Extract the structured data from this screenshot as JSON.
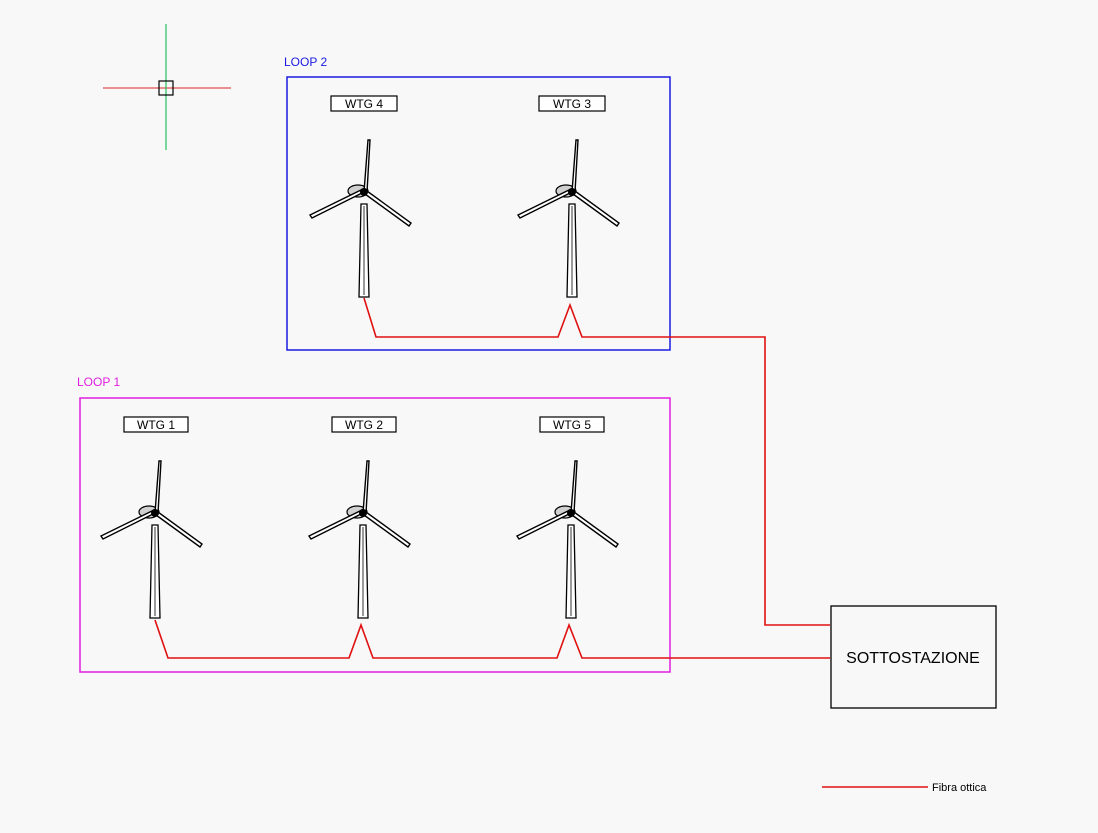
{
  "colors": {
    "background": "#f8f8f8",
    "loop2": "#1a1ae0",
    "loop1": "#e020e0",
    "fiber": "#e01010",
    "axis_x": "#e05050",
    "axis_y": "#20c060"
  },
  "icons": {
    "cursor": "crosshair-cursor-icon",
    "turbine": "wind-turbine-icon"
  },
  "loops": [
    {
      "label": "LOOP 2",
      "turbines": [
        {
          "label": "WTG 4"
        },
        {
          "label": "WTG 3"
        }
      ]
    },
    {
      "label": "LOOP 1",
      "turbines": [
        {
          "label": "WTG 1"
        },
        {
          "label": "WTG 2"
        },
        {
          "label": "WTG 5"
        }
      ]
    }
  ],
  "substation": {
    "label": "SOTTOSTAZIONE"
  },
  "legend": {
    "fiber_label": "Fibra ottica"
  }
}
